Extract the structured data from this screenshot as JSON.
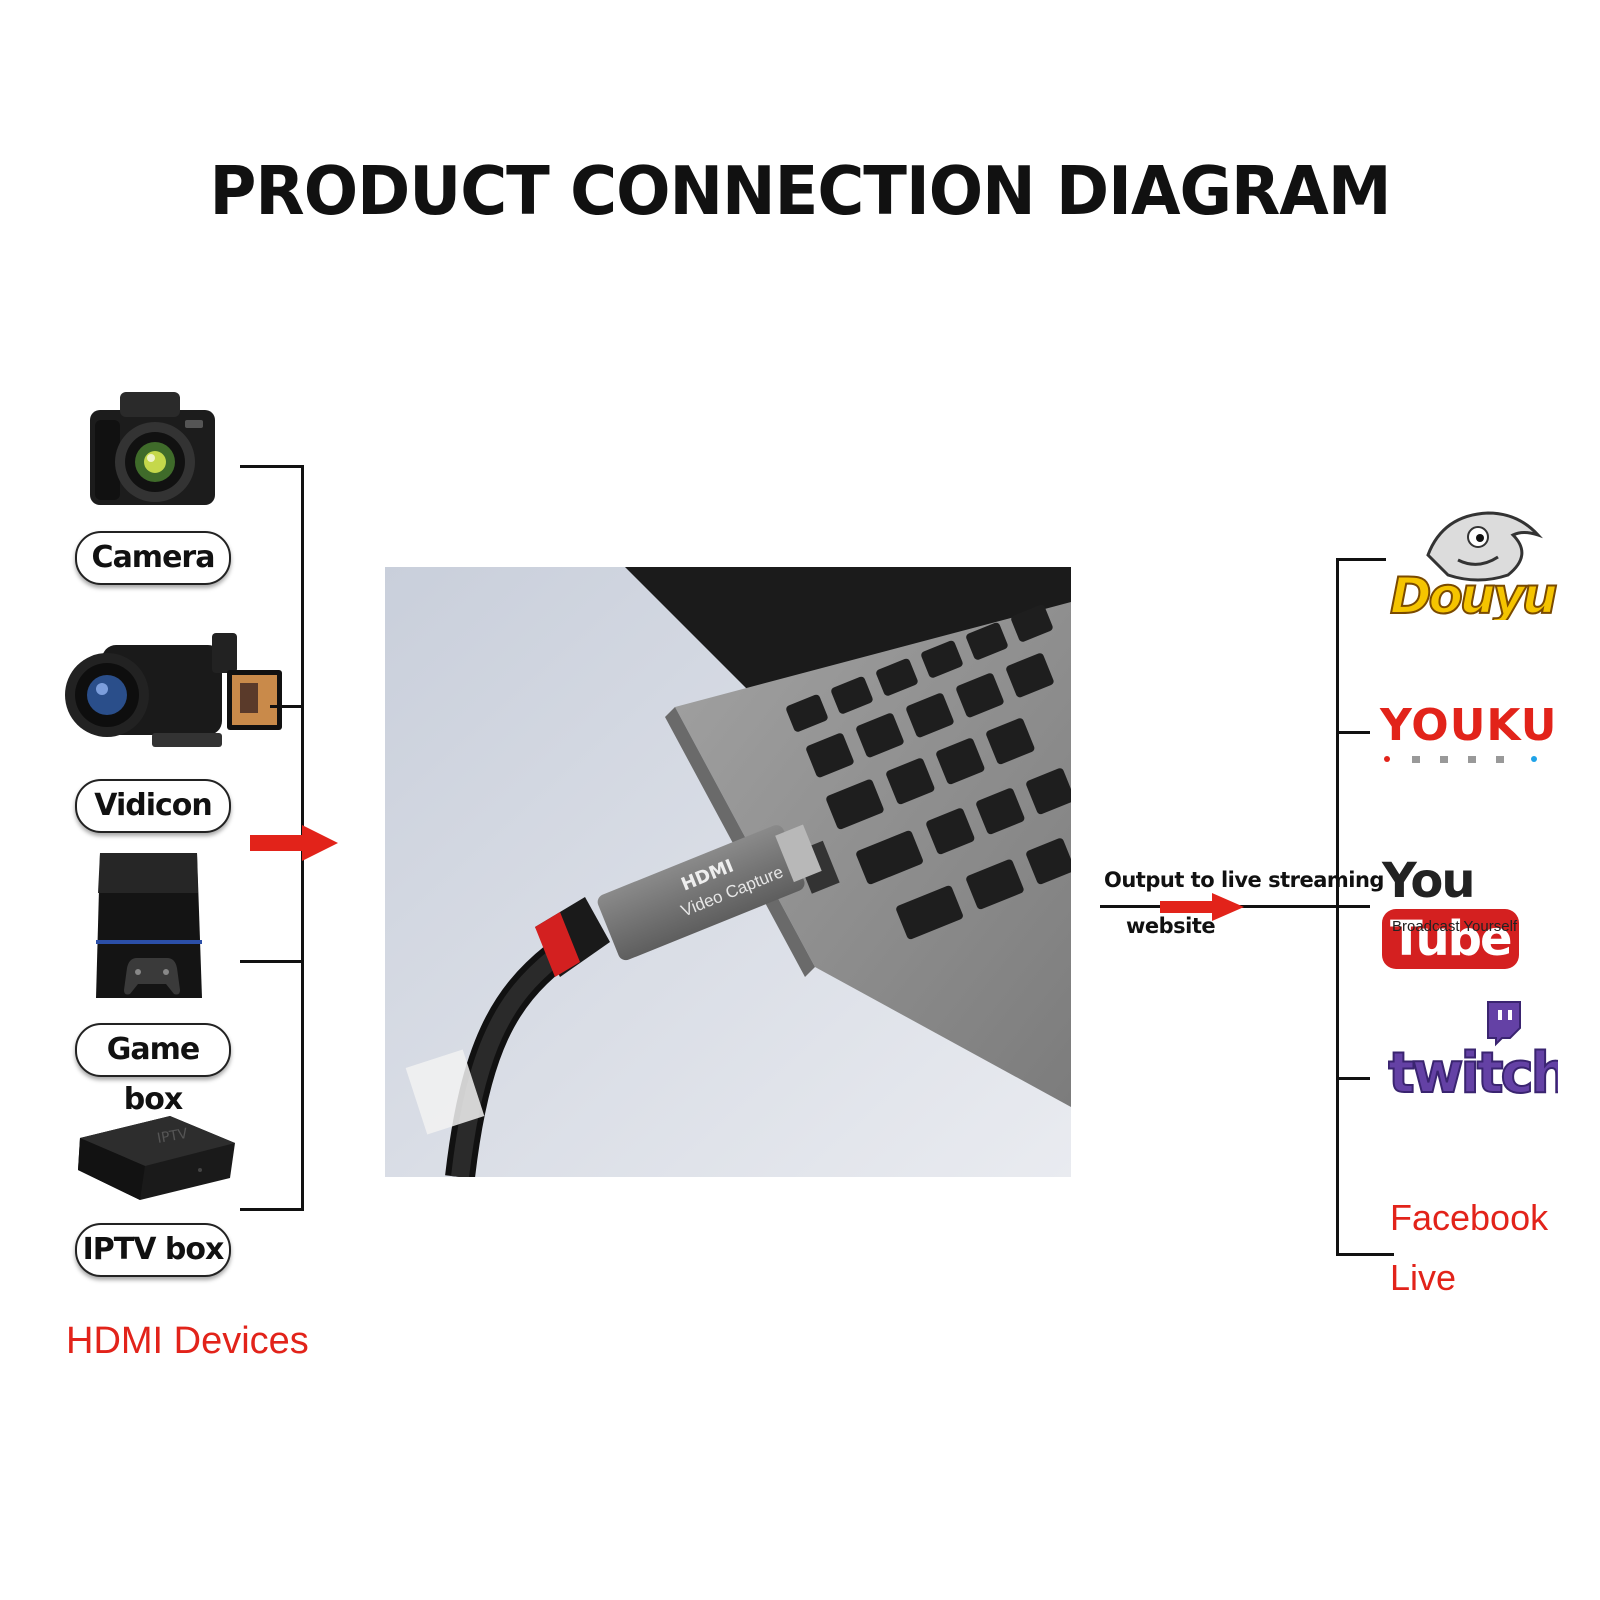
{
  "title": "PRODUCT CONNECTION DIAGRAM",
  "devices": [
    {
      "label": "Camera",
      "icon": "camera-icon"
    },
    {
      "label": "Vidicon",
      "icon": "camcorder-icon"
    },
    {
      "label": "Game box",
      "icon": "game-console-icon"
    },
    {
      "label": "IPTV box",
      "icon": "iptv-box-icon"
    }
  ],
  "devices_caption": "HDMI Devices",
  "device_photo": {
    "brand": "HDMI",
    "caption": "Video Capture"
  },
  "output_label_line1": "Output to live streaming",
  "output_label_line2": "website",
  "platforms": {
    "douyu": "Douyu",
    "youku": "YOUKU",
    "youtube_you": "You",
    "youtube_tube": "Tube",
    "youtube_tagline": "Broadcast Yourself",
    "twitch": "twitch",
    "facebook_line1": "Facebook",
    "facebook_line2": "Live"
  },
  "colors": {
    "accent_red": "#e2231a",
    "twitch_purple": "#6441a5",
    "douyu_yellow": "#f5c400",
    "youku_blue": "#1fa3e8"
  }
}
